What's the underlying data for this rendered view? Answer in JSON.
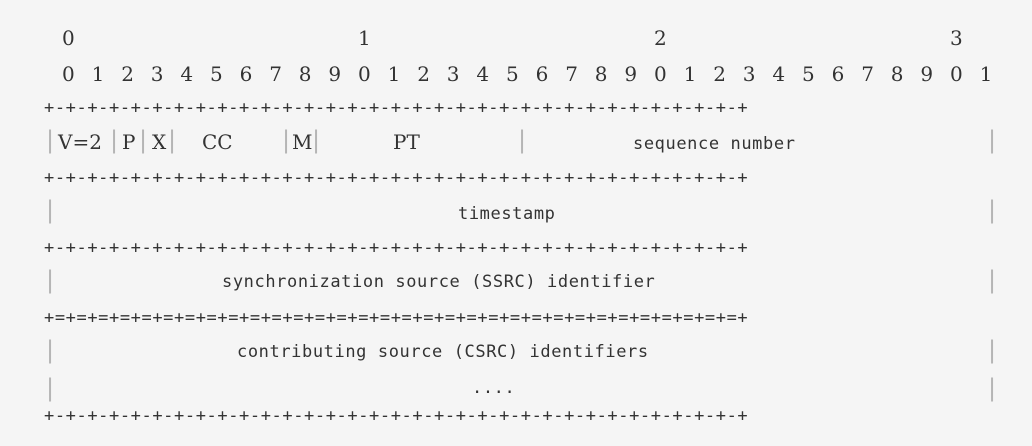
{
  "bit_tens": [
    "0",
    "1",
    "2",
    "3"
  ],
  "bit_ones": [
    "0",
    "1",
    "2",
    "3",
    "4",
    "5",
    "6",
    "7",
    "8",
    "9",
    "0",
    "1",
    "2",
    "3",
    "4",
    "5",
    "6",
    "7",
    "8",
    "9",
    "0",
    "1",
    "2",
    "3",
    "4",
    "5",
    "6",
    "7",
    "8",
    "9",
    "0",
    "1"
  ],
  "separator_dash": "+-+-+-+-+-+-+-+-+-+-+-+-+-+-+-+-+-+-+-+-+-+-+-+-+-+-+-+-+-+-+-+-+",
  "separator_equals": "+=+=+=+=+=+=+=+=+=+=+=+=+=+=+=+=+=+=+=+=+=+=+=+=+=+=+=+=+=+=+=+=+",
  "fields": {
    "version": "V=2",
    "padding": "P",
    "extension": "X",
    "csrc_count": "CC",
    "marker": "M",
    "payload_type": "PT",
    "sequence_number": "sequence number",
    "timestamp": "timestamp",
    "ssrc": "synchronization source (SSRC) identifier",
    "csrc": "contributing source (CSRC) identifiers",
    "ellipsis": "...."
  }
}
